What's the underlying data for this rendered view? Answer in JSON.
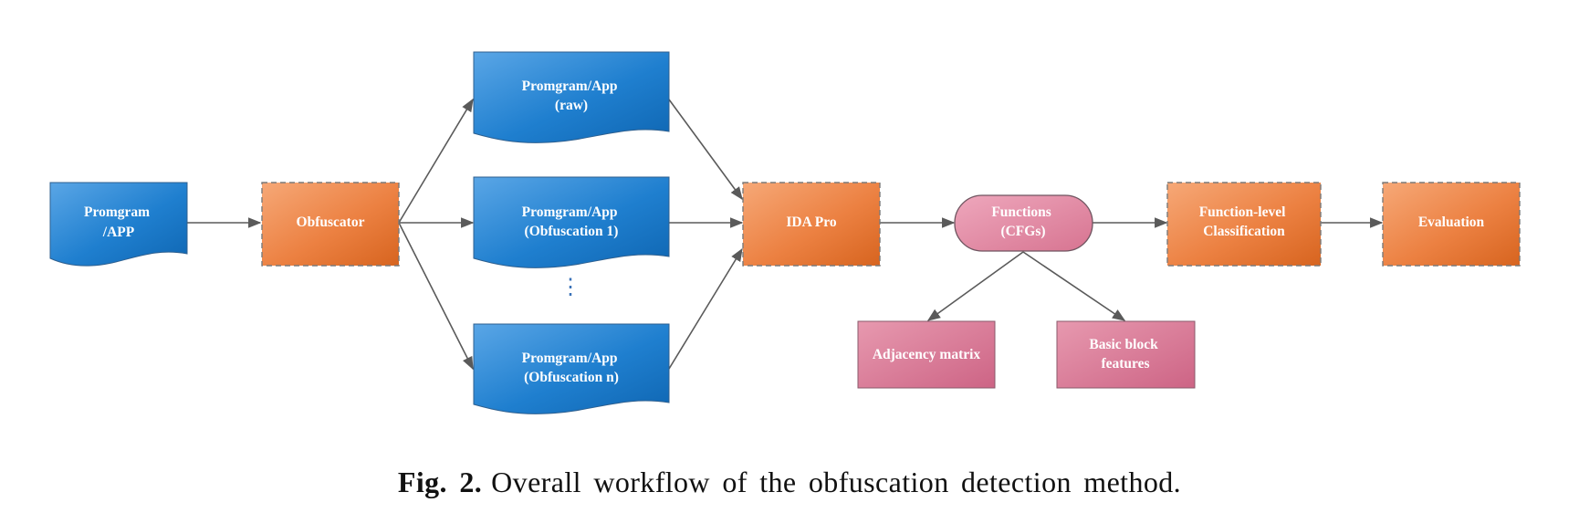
{
  "nodes": {
    "program_app": [
      "Promgram",
      "/APP"
    ],
    "obfuscator": [
      "Obfuscator"
    ],
    "program_raw": [
      "Promgram/App",
      "(raw)"
    ],
    "program_obf1": [
      "Promgram/App",
      "(Obfuscation 1)"
    ],
    "program_obfn": [
      "Promgram/App",
      "(Obfuscation n)"
    ],
    "ellipsis": "⋮",
    "ida_pro": [
      "IDA Pro"
    ],
    "functions": [
      "Functions",
      "(CFGs)"
    ],
    "adjacency_matrix": [
      "Adjacency matrix"
    ],
    "basic_block_features": [
      "Basic block",
      "features"
    ],
    "function_classification": [
      "Function-level",
      "Classification"
    ],
    "evaluation": [
      "Evaluation"
    ]
  },
  "caption": {
    "label": "Fig. 2.",
    "text": "Overall workflow of the obfuscation detection method."
  },
  "colors": {
    "document_blue": "#1f7fcf",
    "process_orange": "#ec8142",
    "pink": "#d9728f"
  }
}
